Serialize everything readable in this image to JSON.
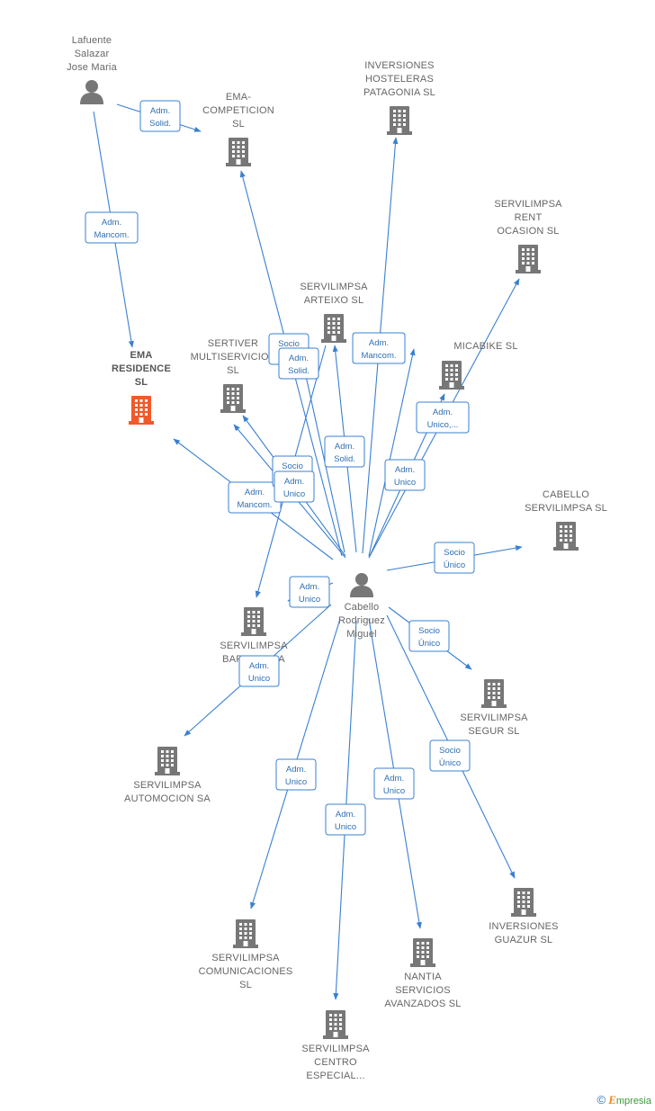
{
  "colors": {
    "edge": "#3a80d0",
    "building": "#777777",
    "focus": "#f05a2a",
    "person": "#777777"
  },
  "nodes": [
    {
      "id": "lafuente",
      "type": "person",
      "lines": [
        "Lafuente",
        "Salazar",
        "Jose Maria"
      ]
    },
    {
      "id": "ema_competicion",
      "type": "company",
      "lines": [
        "EMA-",
        "COMPETICION",
        "SL"
      ]
    },
    {
      "id": "inversiones_hosteleras",
      "type": "company",
      "lines": [
        "INVERSIONES",
        "HOSTELERAS",
        "PATAGONIA  SL"
      ]
    },
    {
      "id": "servilimpsa_rent",
      "type": "company",
      "lines": [
        "SERVILIMPSA",
        "RENT",
        "OCASION  SL"
      ]
    },
    {
      "id": "servilimpsa_arteixo",
      "type": "company",
      "lines": [
        "SERVILIMPSA",
        "ARTEIXO  SL"
      ]
    },
    {
      "id": "ema_residence",
      "type": "company",
      "focus": true,
      "lines": [
        "EMA",
        "RESIDENCE",
        "SL"
      ]
    },
    {
      "id": "sertiver",
      "type": "company",
      "lines": [
        "SERTIVER",
        "MULTISERVICIOS",
        "SL"
      ]
    },
    {
      "id": "micabike",
      "type": "company",
      "lines": [
        "MICABIKE SL"
      ]
    },
    {
      "id": "cabello_servilimpsa",
      "type": "company",
      "lines": [
        "CABELLO",
        "SERVILIMPSA SL"
      ]
    },
    {
      "id": "cabello_miguel",
      "type": "person",
      "lines": [
        "Cabello",
        "Rodriguez",
        "Miguel"
      ]
    },
    {
      "id": "servilimpsa_barcelona",
      "type": "company",
      "lines": [
        "SERVILIMPSA",
        "BARCELONA"
      ]
    },
    {
      "id": "servilimpsa_segur",
      "type": "company",
      "lines": [
        "SERVILIMPSA",
        "SEGUR  SL"
      ]
    },
    {
      "id": "servilimpsa_automocion",
      "type": "company",
      "lines": [
        "SERVILIMPSA",
        "AUTOMOCION SA"
      ]
    },
    {
      "id": "inversiones_guazur",
      "type": "company",
      "lines": [
        "INVERSIONES",
        "GUAZUR  SL"
      ]
    },
    {
      "id": "servilimpsa_comunicaciones",
      "type": "company",
      "lines": [
        "SERVILIMPSA",
        "COMUNICACIONES",
        "SL"
      ]
    },
    {
      "id": "nantia",
      "type": "company",
      "lines": [
        "NANTIA",
        "SERVICIOS",
        "AVANZADOS SL"
      ]
    },
    {
      "id": "servilimpsa_centro",
      "type": "company",
      "lines": [
        "SERVILIMPSA",
        "CENTRO",
        "ESPECIAL..."
      ]
    }
  ],
  "edges": [
    {
      "from": "lafuente",
      "to": "ema_competicion",
      "lines": [
        "Adm.",
        "Solid."
      ]
    },
    {
      "from": "lafuente",
      "to": "ema_residence",
      "lines": [
        "Adm.",
        "Mancom."
      ]
    },
    {
      "from": "cabello_miguel",
      "to": "ema_competicion",
      "lines": [
        "Socio",
        "Único"
      ]
    },
    {
      "from": "cabello_miguel",
      "to": "inversiones_hosteleras",
      "lines": [
        "Adm.",
        "Mancom."
      ]
    },
    {
      "from": "cabello_miguel",
      "to": "servilimpsa_rent",
      "lines": [
        "Adm.",
        "Unico,..."
      ]
    },
    {
      "from": "cabello_miguel",
      "to": "servilimpsa_arteixo",
      "lines": [
        "Adm.",
        "Solid."
      ]
    },
    {
      "from": "cabello_miguel",
      "to": "servilimpsa_arteixo",
      "lines": [
        "Adm.",
        "Solid."
      ]
    },
    {
      "from": "cabello_miguel",
      "to": "ema_residence",
      "lines": [
        "Adm.",
        "Mancom."
      ]
    },
    {
      "from": "cabello_miguel",
      "to": "sertiver",
      "lines": [
        "Socio",
        "Único"
      ]
    },
    {
      "from": "cabello_miguel",
      "to": "sertiver",
      "lines": [
        "Adm.",
        "Unico"
      ]
    },
    {
      "from": "cabello_miguel",
      "to": "micabike",
      "lines": [
        "Adm.",
        "Unico"
      ]
    },
    {
      "from": "cabello_miguel",
      "to": "micabike",
      "lines": [
        "Adm.",
        "Mancom."
      ]
    },
    {
      "from": "cabello_miguel",
      "to": "cabello_servilimpsa",
      "lines": [
        "Socio",
        "Único"
      ]
    },
    {
      "from": "cabello_miguel",
      "to": "servilimpsa_barcelona",
      "lines": [
        "Adm.",
        "Unico"
      ]
    },
    {
      "from": "cabello_miguel",
      "to": "servilimpsa_segur",
      "lines": [
        "Socio",
        "Único"
      ]
    },
    {
      "from": "cabello_miguel",
      "to": "servilimpsa_automocion",
      "lines": [
        "Adm.",
        "Unico"
      ]
    },
    {
      "from": "cabello_miguel",
      "to": "inversiones_guazur",
      "lines": [
        "Socio",
        "Único"
      ]
    },
    {
      "from": "cabello_miguel",
      "to": "servilimpsa_comunicaciones",
      "lines": [
        "Adm.",
        "Unico"
      ]
    },
    {
      "from": "cabello_miguel",
      "to": "nantia",
      "lines": [
        "Adm.",
        "Unico"
      ]
    },
    {
      "from": "cabello_miguel",
      "to": "servilimpsa_centro",
      "lines": [
        "Adm.",
        "Unico"
      ]
    }
  ],
  "copyright": {
    "symbol": "©",
    "brand_initial": "E",
    "brand_rest": "mpresia"
  }
}
